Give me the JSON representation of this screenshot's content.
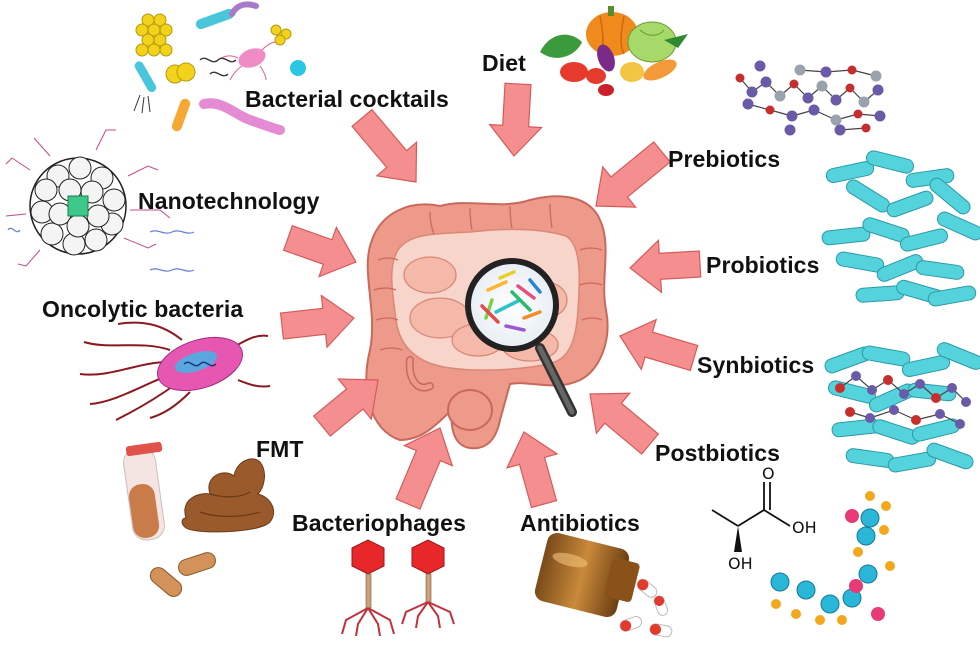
{
  "labels": {
    "bacterial_cocktails": "Bacterial cocktails",
    "diet": "Diet",
    "prebiotics": "Prebiotics",
    "probiotics": "Probiotics",
    "synbiotics": "Synbiotics",
    "postbiotics": "Postbiotics",
    "antibiotics": "Antibiotics",
    "bacteriophages": "Bacteriophages",
    "fmt": "FMT",
    "oncolytic_bacteria": "Oncolytic bacteria",
    "nanotechnology": "Nanotechnology"
  },
  "chemistry": {
    "carbonyl_o": "O",
    "acid_oh": "OH",
    "alcohol_oh": "OH"
  },
  "colors": {
    "arrow_fill": "#f58e8e",
    "arrow_stroke": "#d65a5a",
    "intestine": "#ee9a8a",
    "intestine_dark": "#c9695c",
    "small_intestine": "#f6c6b8",
    "probiotic_cyan": "#55d3dc",
    "prebiotic_purple": "#6b5aa8",
    "poop_brown": "#9b5a2c"
  },
  "icons": [
    "bacteria-cluster-icon",
    "vegetables-icon",
    "oligosaccharide-molecule-icon",
    "rod-bacteria-icon",
    "synbiotic-mix-icon",
    "lactic-acid-molecule-icon",
    "medicine-bottle-icon",
    "phage-icon",
    "test-tube-icon",
    "stool-icon",
    "capsule-icon",
    "oncolytic-bacterium-icon",
    "nanoparticle-icon",
    "magnifying-glass-icon",
    "large-intestine-icon"
  ]
}
